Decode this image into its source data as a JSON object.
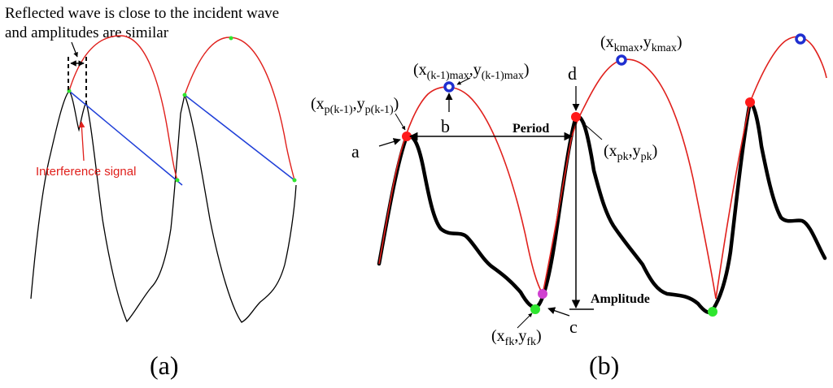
{
  "panel_a": {
    "caption": "(a)",
    "note_line1": "Reflected wave is close to the incident wave",
    "note_line2": "and amplitudes are similar",
    "interference_label": "Interference signal"
  },
  "panel_b": {
    "caption": "(b)",
    "letter_a": "a",
    "letter_b": "b",
    "letter_c": "c",
    "letter_d": "d",
    "period_label": "Period",
    "amplitude_label": "Amplitude",
    "labels": {
      "p_prev": {
        "open": "(x",
        "s1": "p(k-1)",
        "mid": ",y",
        "s2": "p(k-1)",
        "close": ")"
      },
      "max_prev": {
        "open": "(x",
        "s1": "(k-1)max",
        "mid": ",y",
        "s2": "(k-1)max",
        "close": ")"
      },
      "kmax": {
        "open": "(x",
        "s1": "kmax",
        "mid": ",y",
        "s2": "kmax",
        "close": ")"
      },
      "pk": {
        "open": "(x",
        "s1": "pk",
        "mid": ",y",
        "s2": "pk",
        "close": ")"
      },
      "fk": {
        "open": "(x",
        "s1": "fk",
        "mid": ",y",
        "s2": "fk",
        "close": ")"
      }
    }
  },
  "colors": {
    "signal": "#000000",
    "envelope": "#e0201c",
    "baseline": "#1f3fd8",
    "peak_marker": "#ff1a1a",
    "max_marker": "#1f2fd0",
    "foot_marker": "#2ee62e",
    "notch_marker": "#d040d0"
  }
}
